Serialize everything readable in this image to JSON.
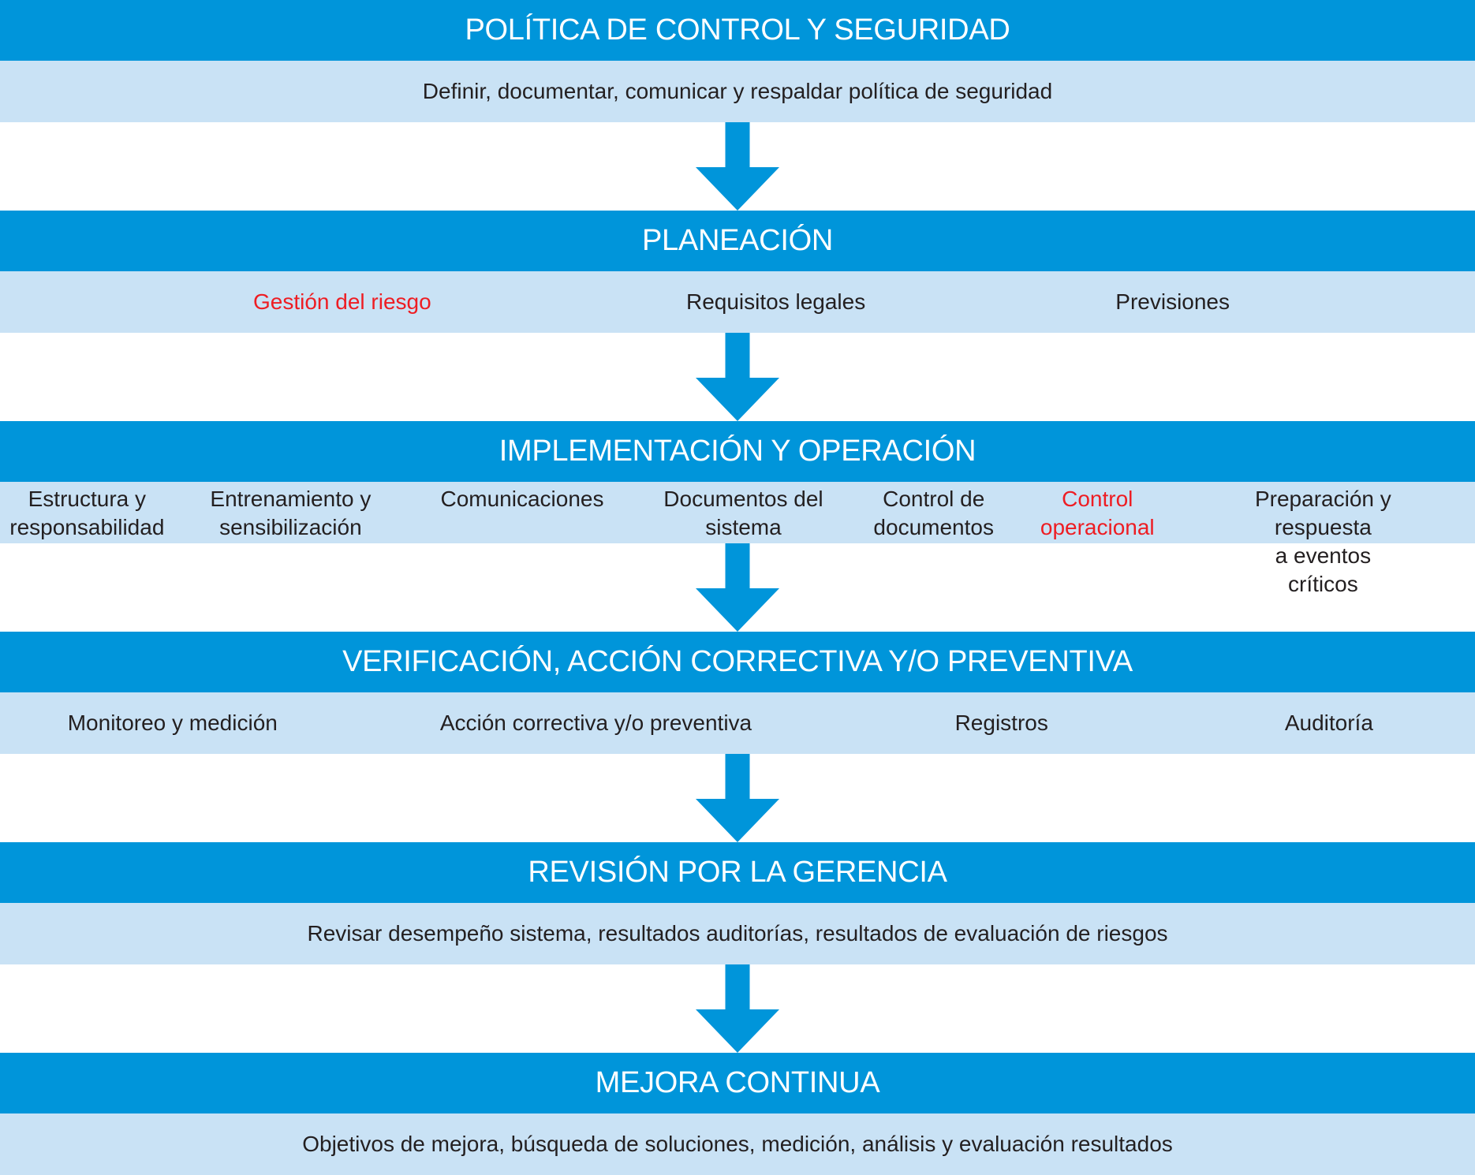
{
  "colors": {
    "header_band": "#0095DA",
    "content_band": "#C9E2F5",
    "arrow": "#0095DA",
    "header_text": "#FFFFFF",
    "body_text": "#231F20",
    "highlight_text": "#EE1D23"
  },
  "sections": [
    {
      "title": "POLÍTICA DE CONTROL Y SEGURIDAD",
      "subtitle": "Definir, documentar, comunicar y respaldar política de seguridad"
    },
    {
      "title": "PLANEACIÓN",
      "items": [
        {
          "label": "Gestión del riesgo",
          "highlight": true
        },
        {
          "label": "Requisitos legales",
          "highlight": false
        },
        {
          "label": "Previsiones",
          "highlight": false
        }
      ]
    },
    {
      "title": "IMPLEMENTACIÓN Y OPERACIÓN",
      "items": [
        {
          "label": "Estructura y\nresponsabilidad",
          "highlight": false
        },
        {
          "label": "Entrenamiento y\nsensibilización",
          "highlight": false
        },
        {
          "label": "Comunicaciones",
          "highlight": false
        },
        {
          "label": "Documentos del\nsistema",
          "highlight": false
        },
        {
          "label": "Control de\ndocumentos",
          "highlight": false
        },
        {
          "label": "Control\noperacional",
          "highlight": true
        },
        {
          "label": "Preparación y respuesta\na eventos críticos",
          "highlight": false
        }
      ]
    },
    {
      "title": "VERIFICACIÓN, ACCIÓN CORRECTIVA Y/O PREVENTIVA",
      "items": [
        {
          "label": "Monitoreo y medición",
          "highlight": false
        },
        {
          "label": "Acción correctiva y/o preventiva",
          "highlight": false
        },
        {
          "label": "Registros",
          "highlight": false
        },
        {
          "label": "Auditoría",
          "highlight": false
        }
      ]
    },
    {
      "title": "REVISIÓN POR LA GERENCIA",
      "subtitle": "Revisar desempeño sistema, resultados auditorías, resultados de evaluación de riesgos"
    },
    {
      "title": "MEJORA CONTINUA",
      "subtitle": "Objetivos de mejora, búsqueda de soluciones, medición, análisis y evaluación resultados"
    }
  ]
}
